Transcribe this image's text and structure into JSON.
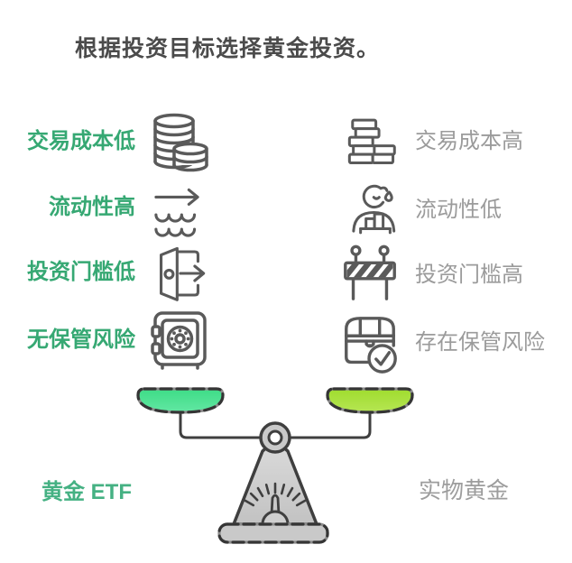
{
  "title": {
    "text": "根据投资目标选择黄金投资。"
  },
  "colors": {
    "title_text": "#4b4b4b",
    "benefit_text_green": "#36a873",
    "drawback_text_gray": "#9b9b9b",
    "icon_stroke": "#5a5a5a",
    "scale_outline": "#3f3f3f",
    "left_pan_green": "#4be292",
    "right_pan_lime": "#abe23f",
    "scale_body_gray": "#cccccc",
    "etf_label_green": "#45b183"
  },
  "left_column": {
    "items": [
      {
        "label": "交易成本低",
        "icon": "coin-stack-icon"
      },
      {
        "label": "流动性高",
        "icon": "liquidity-flow-icon"
      },
      {
        "label": "投资门槛低",
        "icon": "open-door-exit-icon"
      },
      {
        "label": "无保管风险",
        "icon": "safe-vault-icon"
      }
    ],
    "scale_label": "黄金 ETF"
  },
  "right_column": {
    "items": [
      {
        "label": "交易成本高",
        "icon": "coin-slab-stack-icon"
      },
      {
        "label": "流动性低",
        "icon": "person-sweat-icon"
      },
      {
        "label": "投资门槛高",
        "icon": "road-barrier-icon"
      },
      {
        "label": "存在保管风险",
        "icon": "treasure-chest-check-icon"
      }
    ],
    "scale_label": "实物黄金"
  }
}
